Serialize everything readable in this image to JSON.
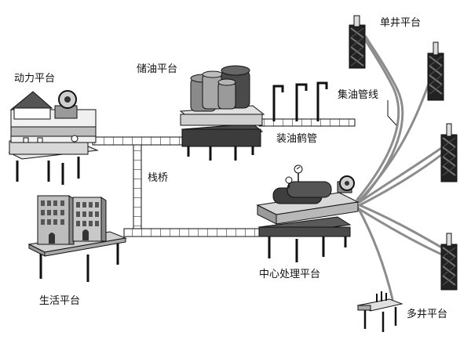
{
  "labels": {
    "power_platform": "动力平台",
    "storage_platform": "储油平台",
    "loading_arm": "装油鹤管",
    "trestle": "栈桥",
    "living_platform": "生活平台",
    "central_platform": "中心处理平台",
    "single_well_platform": "单井平台",
    "gathering_pipeline": "集油管线",
    "multi_well_platform": "多井平台"
  },
  "colors": {
    "line": "#111111",
    "deck_gray": "#c8c8c8",
    "dark_gray": "#555555",
    "tank_gray": "#8a8a8a",
    "pipe_gray": "#8c8c8c",
    "well_dark": "#222222"
  }
}
